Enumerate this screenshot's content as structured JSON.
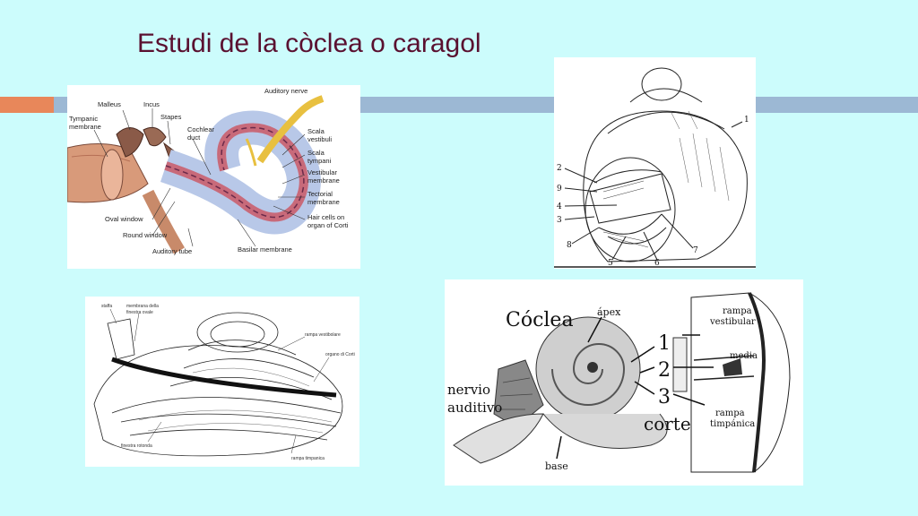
{
  "title": "Estudi de la còclea o caragol",
  "colors": {
    "background": "#ccfcfc",
    "title": "#5a1030",
    "accent_orange": "#e8875a",
    "accent_blue": "#9cb8d4"
  },
  "figure1": {
    "labels": {
      "malleus": "Malleus",
      "incus": "Incus",
      "tympanic": "Tympanic",
      "membrane": "membrane",
      "stapes": "Stapes",
      "cochlear": "Cochlear",
      "duct": "duct",
      "auditory_nerve": "Auditory nerve",
      "scala_vestibuli_1": "Scala",
      "scala_vestibuli_2": "vestibuli",
      "scala_tympani_1": "Scala",
      "scala_tympani_2": "tympani",
      "vestibular_1": "Vestibular",
      "vestibular_2": "membrane",
      "tectorial_1": "Tectorial",
      "tectorial_2": "membrane",
      "hair_cells_1": "Hair cells on",
      "hair_cells_2": "organ of Corti",
      "oval_window": "Oval window",
      "round_window": "Round window",
      "auditory_tube": "Auditory tube",
      "basilar_membrane": "Basilar membrane"
    }
  },
  "figure2": {
    "numbers": [
      "1",
      "2",
      "9",
      "4",
      "3",
      "8",
      "5",
      "6",
      "7"
    ]
  },
  "figure3": {
    "labels": {
      "staffa": "staffa",
      "membrana_1": "membrana della",
      "membrana_2": "finestra ovale",
      "rampa_vestibolare": "rampa vestibolare",
      "organo_corti": "organo di Corti",
      "finestra_rotonda": "finestra rotonda",
      "rampa_timpanica": "rampa timpanica"
    }
  },
  "figure4": {
    "labels": {
      "coclea": "Cóclea",
      "apex": "ápex",
      "n1": "1",
      "n2": "2",
      "n3": "3",
      "corte": "corte",
      "nervio": "nervio",
      "auditivo": "auditivo",
      "base": "base",
      "rampa_v_1": "rampa",
      "rampa_v_2": "vestibular",
      "media": "media",
      "rampa_t_1": "rampa",
      "rampa_t_2": "timpánica"
    }
  }
}
